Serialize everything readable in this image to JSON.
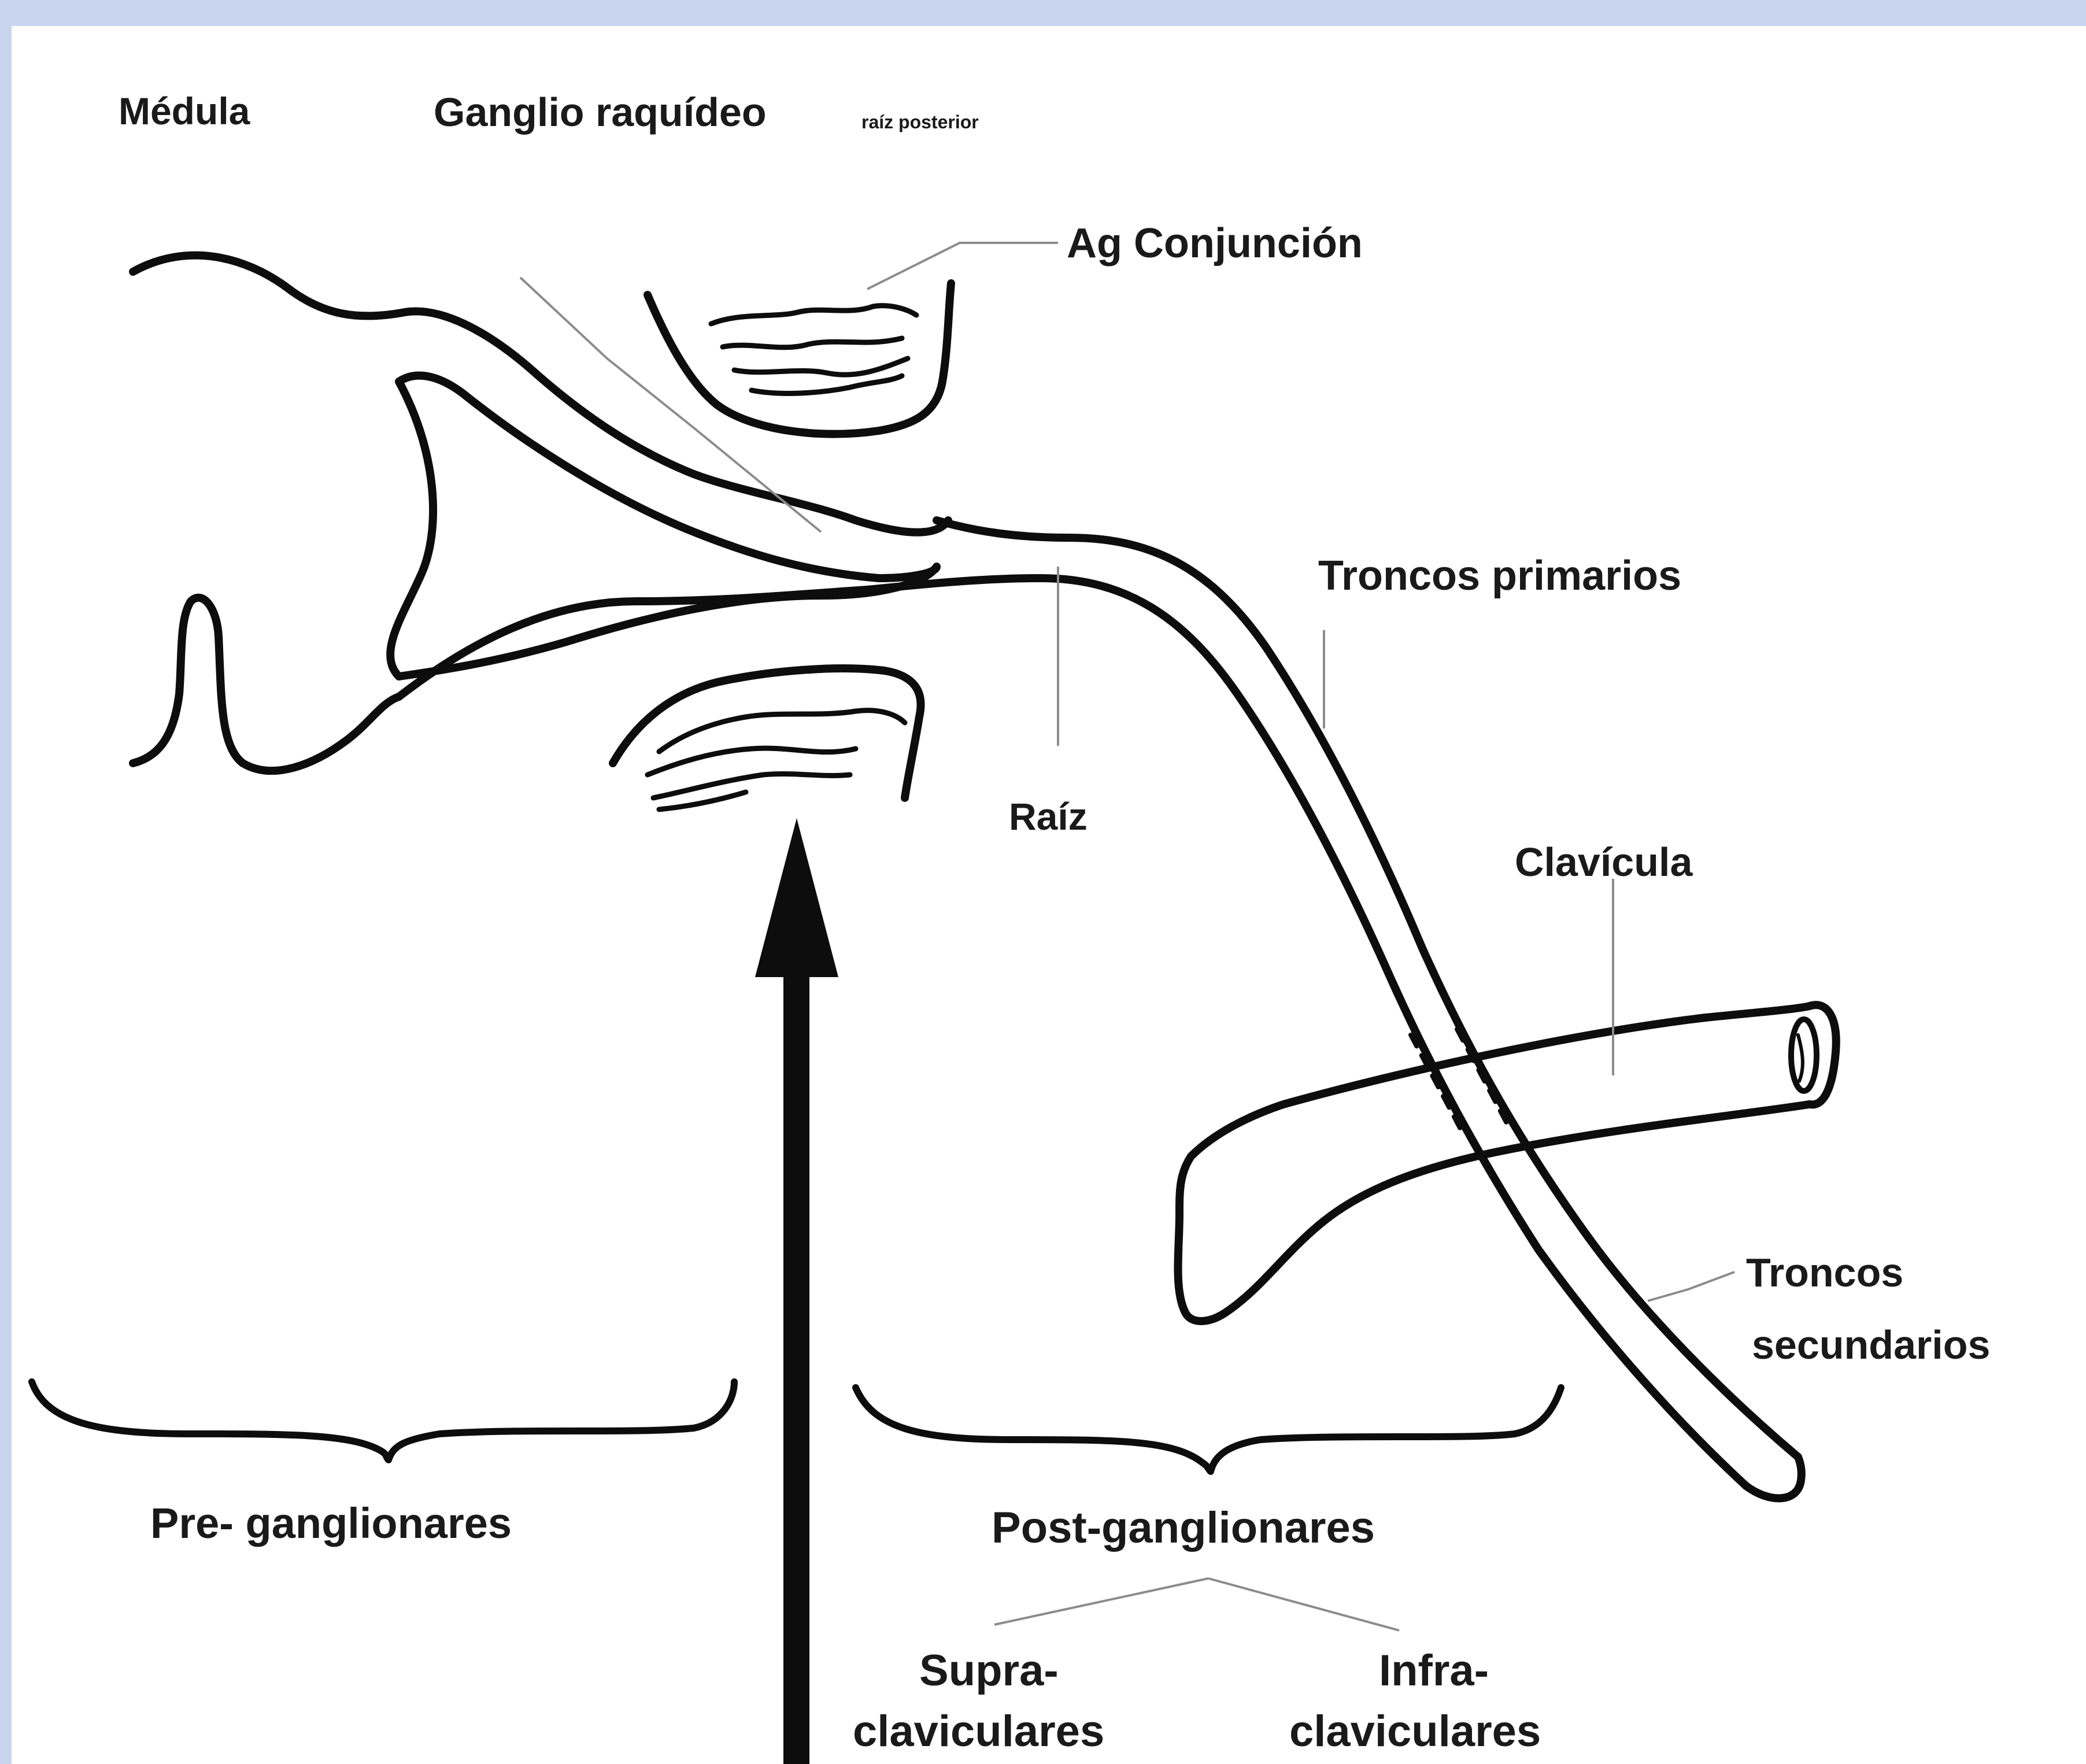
{
  "labels": {
    "medula": "Médula",
    "ganglio": "Ganglio raquídeo",
    "ganglio_small": "raíz posterior",
    "ag_conjuncion": "Ag Conjunción",
    "troncos_primarios": "Troncos primarios",
    "raiz": "Raíz",
    "clavicula": "Clavícula",
    "troncos_secundarios_1": "Troncos",
    "troncos_secundarios_2": "secundarios",
    "pre_ganglionares": "Pre- ganglionares",
    "post_ganglionares": "Post-ganglionares",
    "supra_1": "Supra-",
    "supra_2": "claviculares",
    "infra_1": "Infra-",
    "infra_2": "claviculares"
  },
  "colors": {
    "background": "#c9d4ef",
    "panel": "#ffffff",
    "ink": "#0d0d0d",
    "leader": "#8c8c8c"
  }
}
